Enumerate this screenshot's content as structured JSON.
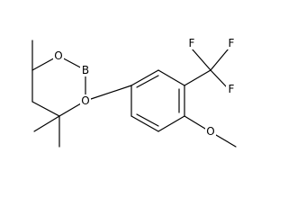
{
  "molecule": {
    "atoms": {
      "o_ring_top": "O",
      "boron": "B",
      "o_ring_bottom": "O",
      "f_left": "F",
      "f_right": "F",
      "f_bottom": "F",
      "o_methoxy": "O"
    }
  }
}
